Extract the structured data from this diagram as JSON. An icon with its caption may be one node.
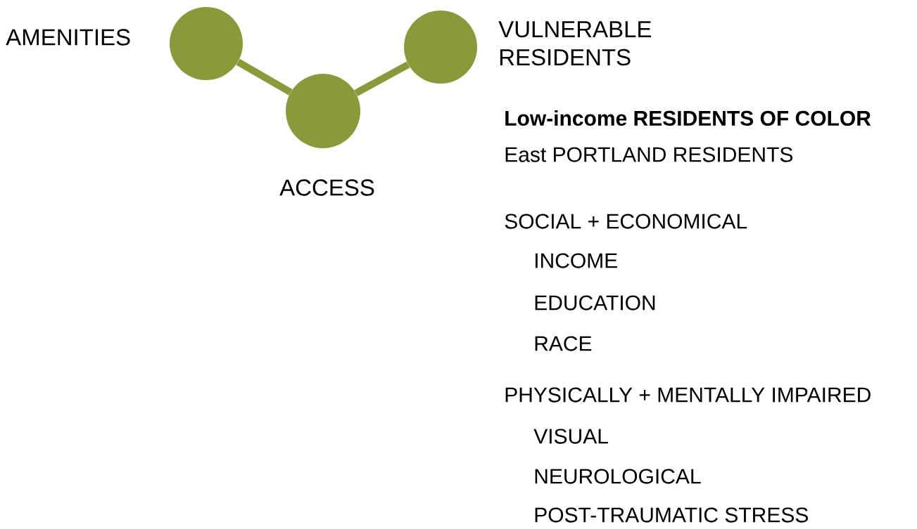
{
  "diagram": {
    "nodes": [
      {
        "text": [
          "AMENITIES"
        ]
      },
      {
        "text": [
          "ACCESS"
        ]
      },
      {
        "text": [
          "VULNERABLE RESIDENTS"
        ]
      }
    ],
    "edges": [
      {
        "from": 0,
        "to": 1,
        "arrow": "none"
      },
      {
        "from": 1,
        "to": 2,
        "arrow": "none"
      }
    ],
    "labels": [
      "Low-income RESIDENTS OF COLOR",
      "East PORTLAND RESIDENTS",
      "SOCIAL + ECONOMICAL",
      "INCOME",
      "EDUCATION",
      "RACE",
      "PHYSICALLY + MENTALLY IMPAIRED",
      "VISUAL",
      "NEUROLOGICAL",
      "POST-TRAUMATIC STRESS"
    ]
  }
}
